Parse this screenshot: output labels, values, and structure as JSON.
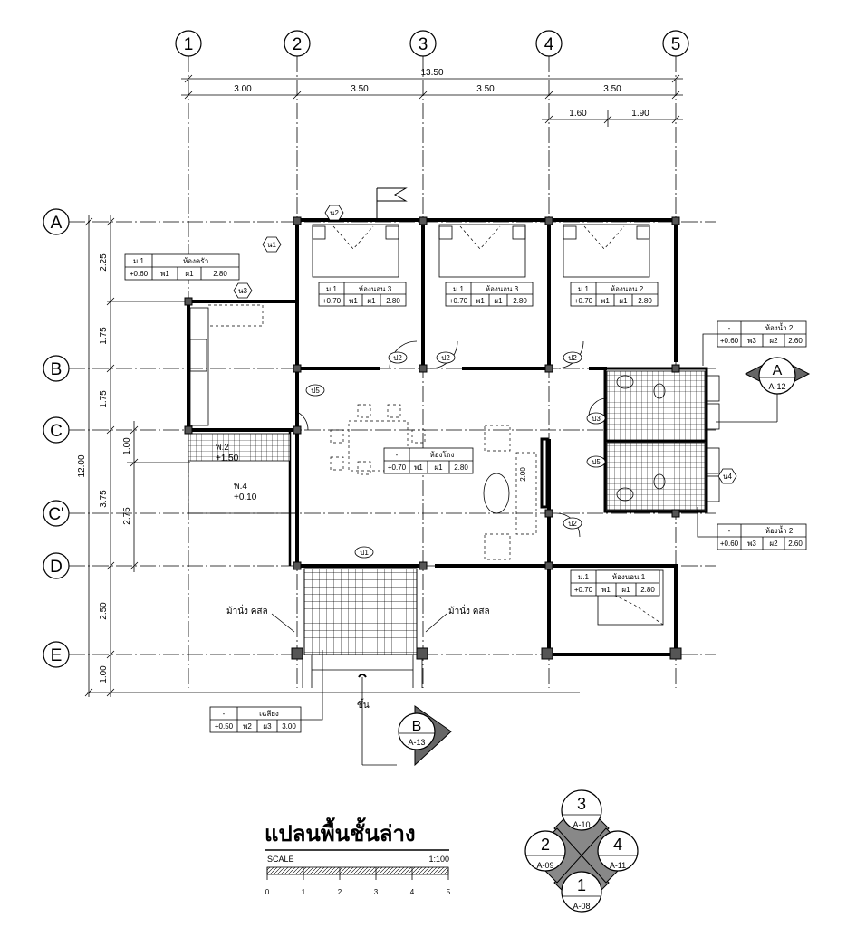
{
  "grid": {
    "columns": [
      "1",
      "2",
      "3",
      "4",
      "5"
    ],
    "rows": [
      "A",
      "B",
      "C",
      "C'",
      "D",
      "E"
    ]
  },
  "dimensions": {
    "total_width": "13.50",
    "spans": [
      "3.00",
      "3.50",
      "3.50",
      "3.50"
    ],
    "sub_spans": [
      "1.60",
      "1.90"
    ],
    "total_depth": "12.00",
    "row_spans": [
      "2.25",
      "1.75",
      "1.75",
      "3.75",
      "2.50",
      "1.00"
    ],
    "inner": [
      "1.00",
      "2.75"
    ]
  },
  "room_tags": [
    {
      "level": "ม.1",
      "name": "ห้องครัว",
      "floor_level": "+0.60",
      "finish_floor": "พ1",
      "finish_wall": "ผ1",
      "ceiling": "2.80"
    },
    {
      "level": "ม.1",
      "name": "ห้องนอน 3",
      "floor_level": "+0.70",
      "finish_floor": "พ1",
      "finish_wall": "ผ1",
      "ceiling": "2.80"
    },
    {
      "level": "ม.1",
      "name": "ห้องนอน 3",
      "floor_level": "+0.70",
      "finish_floor": "พ1",
      "finish_wall": "ผ1",
      "ceiling": "2.80"
    },
    {
      "level": "ม.1",
      "name": "ห้องนอน 2",
      "floor_level": "+0.70",
      "finish_floor": "พ1",
      "finish_wall": "ผ1",
      "ceiling": "2.80"
    },
    {
      "level": "-",
      "name": "ห้องน้ำ 2",
      "floor_level": "+0.60",
      "finish_floor": "พ3",
      "finish_wall": "ผ2",
      "ceiling": "2.60"
    },
    {
      "level": "-",
      "name": "ห้องโถง",
      "floor_level": "+0.70",
      "finish_floor": "พ1",
      "finish_wall": "ผ1",
      "ceiling": "2.80"
    },
    {
      "level": "-",
      "name": "ห้องน้ำ 2",
      "floor_level": "+0.60",
      "finish_floor": "พ3",
      "finish_wall": "ผ2",
      "ceiling": "2.60"
    },
    {
      "level": "ม.1",
      "name": "ห้องนอน 1",
      "floor_level": "+0.70",
      "finish_floor": "พ1",
      "finish_wall": "ผ1",
      "ceiling": "2.80"
    },
    {
      "level": "-",
      "name": "เฉลียง",
      "floor_level": "+0.50",
      "finish_floor": "พ2",
      "finish_wall": "ผ3",
      "ceiling": "3.00"
    }
  ],
  "floor_notes": [
    {
      "label": "พ.2",
      "level": "+1.50"
    },
    {
      "label": "พ.4",
      "level": "+0.10"
    }
  ],
  "door_tags": [
    "ป1",
    "ป2",
    "ป2",
    "ป2",
    "ป2",
    "ป3",
    "ป5",
    "ป5"
  ],
  "window_tags": [
    "น1",
    "น2",
    "น3",
    "น4"
  ],
  "annotations": {
    "bench_left": "ม้านั่ง คสล",
    "bench_right": "ม้านั่ง คสล",
    "stairs_up": "ขึ้น",
    "dim_200": "2.00"
  },
  "sections": [
    {
      "letter": "A",
      "sheet": "A-12"
    },
    {
      "letter": "B",
      "sheet": "A-13"
    }
  ],
  "title": {
    "text": "แปลนพื้นชั้นล่าง",
    "scale_label": "SCALE",
    "scale_value": "1:100",
    "scale_ticks": [
      "0",
      "1",
      "2",
      "3",
      "4",
      "5"
    ]
  },
  "elevation_key": [
    {
      "number": "3",
      "sheet": "A-10"
    },
    {
      "number": "2",
      "sheet": "A-09"
    },
    {
      "number": "4",
      "sheet": "A-11"
    },
    {
      "number": "1",
      "sheet": "A-08"
    }
  ]
}
